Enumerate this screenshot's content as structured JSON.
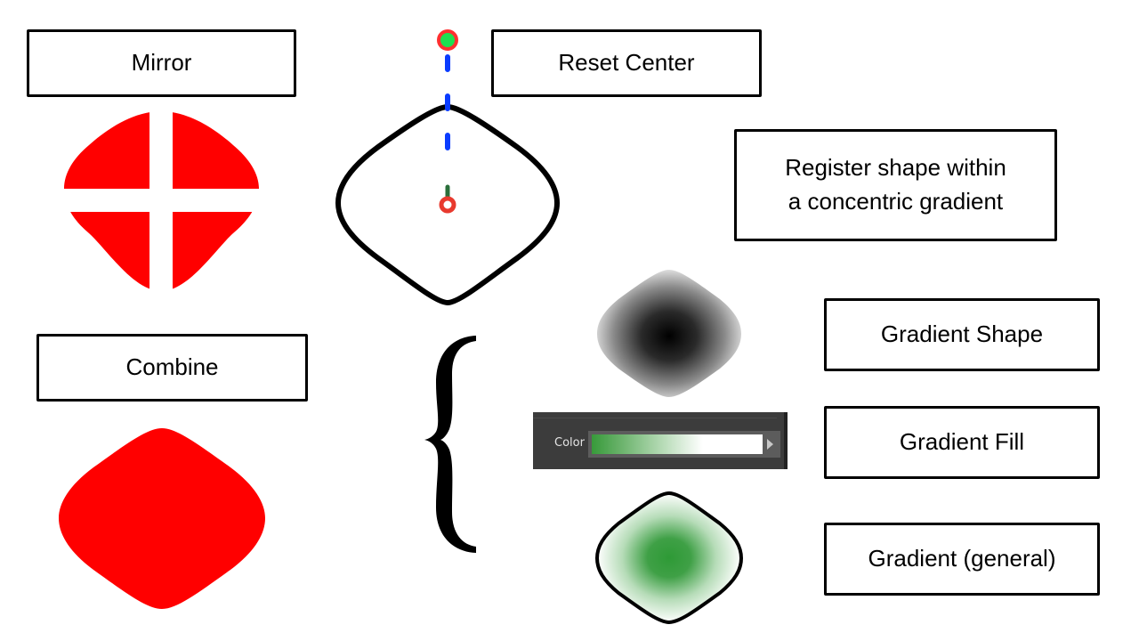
{
  "labels": {
    "mirror": "Mirror",
    "reset_center": "Reset Center",
    "register_shape": "Register shape within\na concentric gradient",
    "combine": "Combine",
    "gradient_shape": "Gradient Shape",
    "gradient_fill": "Gradient Fill",
    "gradient_general": "Gradient (general)"
  },
  "color_panel": {
    "label": "Color",
    "gradient_start": "#379a3a",
    "gradient_end": "#ffffff"
  },
  "colors": {
    "shape_fill": "#ff0000",
    "outline": "#000000",
    "axis_line": "#0a3cff",
    "handle_fill": "#1ee050",
    "handle_ring": "#ff3030",
    "gradient_green": "#2e9a36"
  }
}
